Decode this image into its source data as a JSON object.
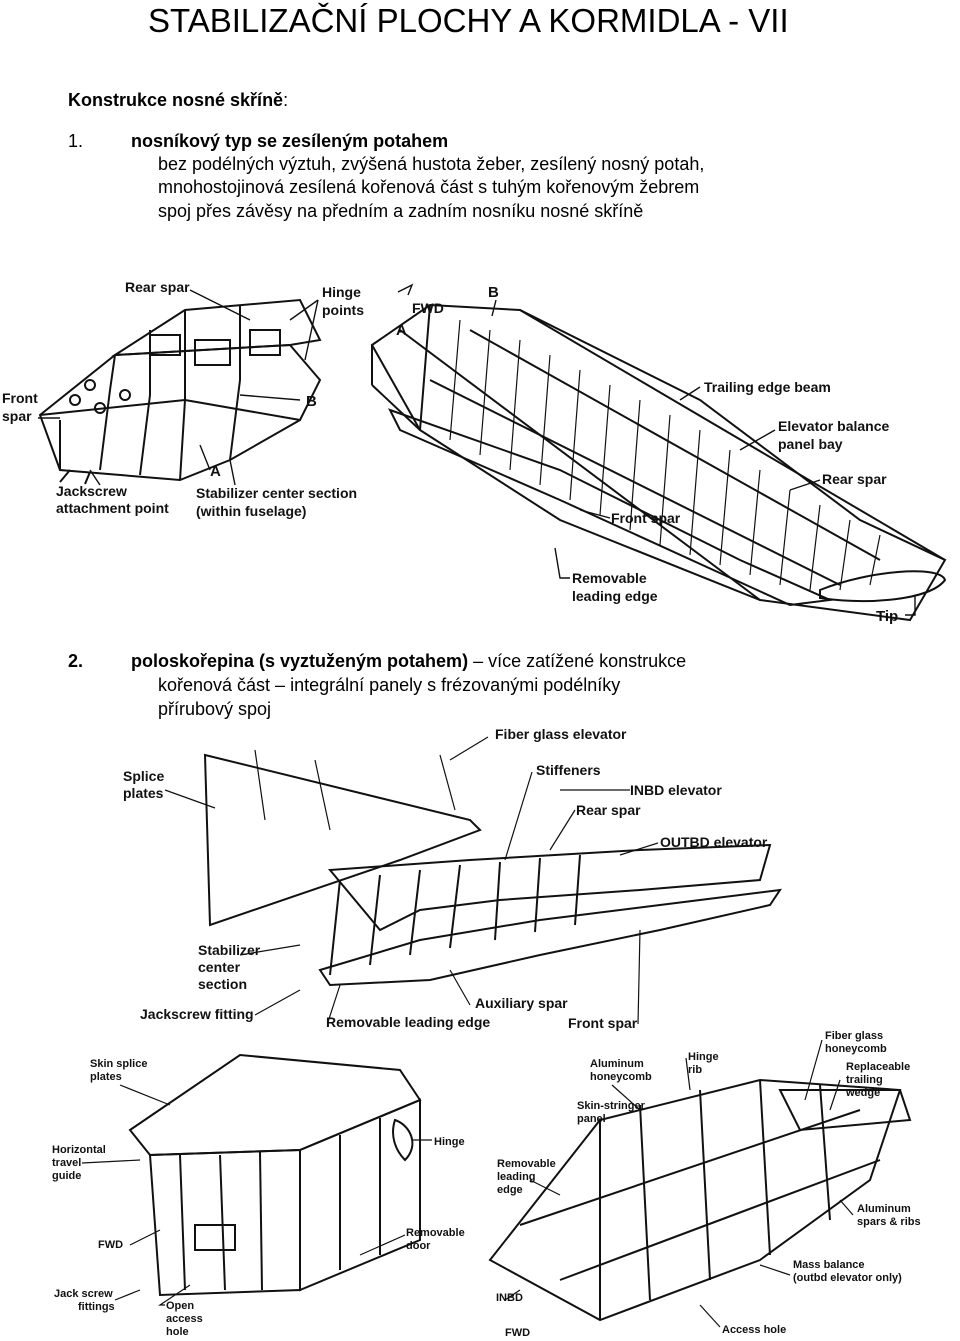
{
  "title": "STABILIZAČNÍ PLOCHY A KORMIDLA - VII",
  "subtitle": {
    "bold": "Konstrukce nosné skříně",
    "rest": ":"
  },
  "item1": {
    "number": "1.",
    "heading": "nosníkový typ se zesíleným potahem",
    "lines": [
      "bez podélných výztuh, zvýšená hustota žeber, zesílený nosný potah,",
      "mnohostojinová zesílená kořenová část s tuhým kořenovým žebrem",
      "spoj přes závěsy na předním a zadním nosníku nosné skříně"
    ]
  },
  "item2": {
    "number": "2.",
    "heading_bold": "poloskořepina (s vyztuženým potahem)",
    "heading_rest": " – více zatížené konstrukce",
    "lines": [
      "kořenová část – integrální panely s frézovanými podélníky",
      "přírubový spoj"
    ]
  },
  "figure1": {
    "labels": {
      "rear_spar": "Rear spar",
      "hinge1": "Hinge",
      "hinge2": "points",
      "front1": "Front",
      "front2": "spar",
      "b_left": "B",
      "a_left": "A",
      "jack1": "Jackscrew",
      "jack2": "attachment point",
      "stab1": "Stabilizer center section",
      "stab2": "(within fuselage)",
      "fwd": "FWD",
      "a_right": "A",
      "b_right": "B",
      "trailing": "Trailing edge beam",
      "balance1": "Elevator balance",
      "balance2": "panel bay",
      "rear_spar2": "Rear spar",
      "front_spar2": "Front spar",
      "removable1": "Removable",
      "removable2": "leading edge",
      "tip": "Tip"
    }
  },
  "figure2": {
    "labels": {
      "fiber": "Fiber glass elevator",
      "splice1": "Splice",
      "splice2": "plates",
      "stiffeners": "Stiffeners",
      "inbd": "INBD elevator",
      "rear": "Rear spar",
      "outbd": "OUTBD elevator",
      "stab1": "Stabilizer",
      "stab2": "center",
      "stab3": "section",
      "aux": "Auxiliary spar",
      "jack": "Jackscrew fitting",
      "removable": "Removable leading edge",
      "front": "Front spar"
    }
  },
  "figure3": {
    "labels": {
      "skin1": "Skin splice",
      "skin2": "plates",
      "hinge": "Hinge",
      "horiz1": "Horizontal",
      "horiz2": "travel",
      "horiz3": "guide",
      "fwd": "FWD",
      "removable1": "Removable",
      "removable2": "door",
      "jack1": "Jack screw",
      "jack2": "fittings",
      "open1": "Open",
      "open2": "access",
      "open3": "hole"
    }
  },
  "figure4": {
    "labels": {
      "alu1": "Aluminum",
      "alu2": "honeycomb",
      "hingerib1": "Hinge",
      "hingerib2": "rib",
      "fiber1": "Fiber glass",
      "fiber2": "honeycomb",
      "repl1": "Replaceable",
      "repl2": "trailing",
      "repl3": "wedge",
      "skin1": "Skin-stringer",
      "skin2": "panel",
      "rem1": "Removable",
      "rem2": "leading",
      "rem3": "edge",
      "alusp1": "Aluminum",
      "alusp2": "spars & ribs",
      "mass1": "Mass balance",
      "mass2": "(outbd elevator only)",
      "inbd": "INBD",
      "fwd": "FWD",
      "access": "Access hole"
    }
  }
}
